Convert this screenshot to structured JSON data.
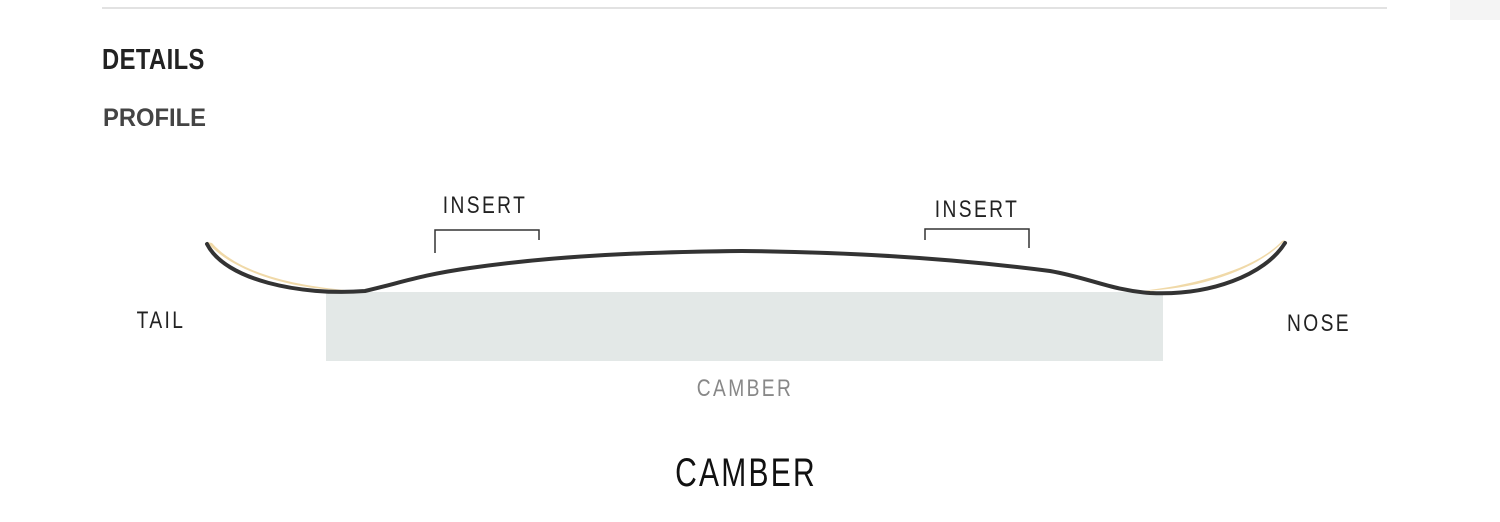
{
  "section_title": "DETAILS",
  "subsection_title": "PROFILE",
  "diagram": {
    "insert_left": "INSERT",
    "insert_right": "INSERT",
    "tail": "TAIL",
    "nose": "NOSE",
    "camber_zone_label": "CAMBER",
    "profile_name": "CAMBER"
  },
  "colors": {
    "board": "#333333",
    "base": "#f0d9a8",
    "camber_zone": "#e3e8e7"
  }
}
